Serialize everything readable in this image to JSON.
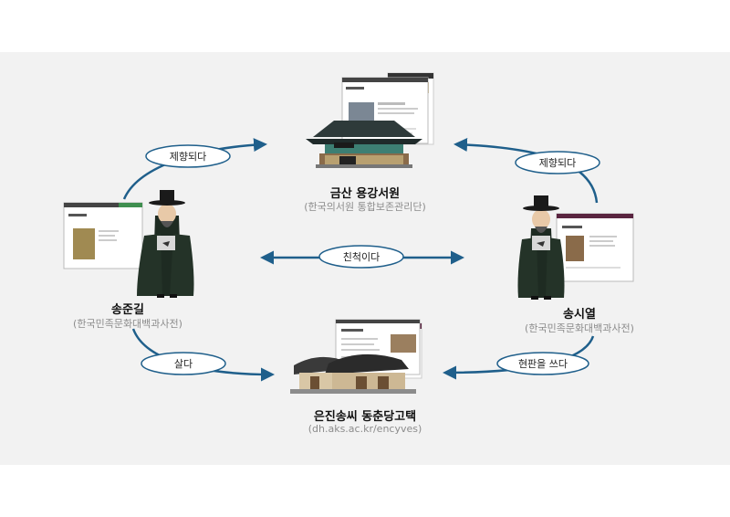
{
  "nodes": {
    "seowon": {
      "name": "금산 용강서원",
      "source": "(한국의서원 통합보존관리단)"
    },
    "songjungil": {
      "name": "송준길",
      "source": "(한국민족문화대백과사전)"
    },
    "songsiyeol": {
      "name": "송시열",
      "source": "(한국민족문화대백과사전)"
    },
    "gotaek": {
      "name": "은진송씨 동춘당고택",
      "source": "(dh.aks.ac.kr/encyves)"
    }
  },
  "relations": {
    "left_enshrined": "제향되다",
    "right_enshrined": "제향되다",
    "kinship": "친척이다",
    "lived": "살다",
    "plaque": "현판을 쓰다"
  },
  "colors": {
    "arrow": "#1f5f8b",
    "ellipse_border": "#1f5f8b",
    "robe": "#1e2b22",
    "background": "#f2f2f2"
  }
}
